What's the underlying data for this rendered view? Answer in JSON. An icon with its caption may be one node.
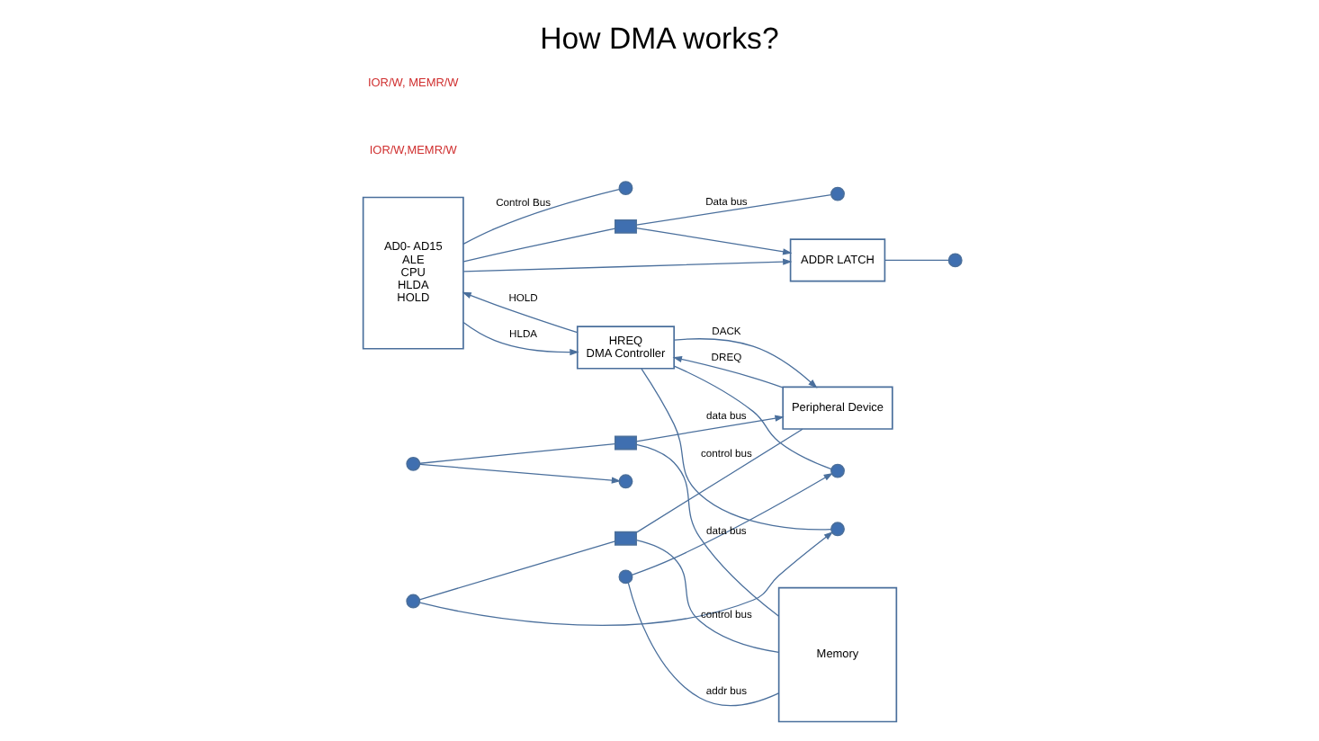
{
  "diagram": {
    "title": "How DMA works?",
    "nodes": [
      {
        "text": [
          "AD0- AD15",
          "ALE",
          "CPU",
          "HLDA",
          "HOLD"
        ]
      },
      {
        "text": [
          "ADDR LATCH"
        ]
      },
      {
        "text": [
          "Memory"
        ]
      },
      {
        "text": [
          "HREQ",
          "DMA Controller"
        ]
      },
      {
        "text": [
          "Peripheral Device"
        ]
      },
      {
        "text": [],
        "shape": "box"
      },
      {
        "text": [],
        "shape": "circle"
      },
      {
        "text": [],
        "shape": "circle"
      },
      {
        "text": [],
        "shape": "circle"
      },
      {
        "text": [],
        "shape": "circle"
      },
      {
        "text": [],
        "shape": "circle"
      },
      {
        "text": [],
        "shape": "circle"
      },
      {
        "text": [],
        "shape": "box"
      },
      {
        "text": [],
        "shape": "circle"
      },
      {
        "text": [],
        "shape": "circle"
      },
      {
        "text": [],
        "shape": "circle"
      },
      {
        "text": [],
        "shape": "box"
      }
    ],
    "edges": [
      {
        "from": 0,
        "to": 5,
        "arrow": "none"
      },
      {
        "from": 5,
        "to": 1,
        "arrow": "to"
      },
      {
        "from": 0,
        "to": 1,
        "arrow": "to"
      },
      {
        "from": 5,
        "to": 9,
        "arrow": "none",
        "label": "Data bus"
      },
      {
        "from": 1,
        "to": 6,
        "arrow": "none"
      },
      {
        "from": 8,
        "to": 7,
        "arrow": "to"
      },
      {
        "from": 8,
        "to": 2,
        "arrow": "none",
        "label": "addr bus"
      },
      {
        "from": 3,
        "to": 7,
        "arrow": "none"
      },
      {
        "from": 11,
        "to": 10,
        "arrow": "to"
      },
      {
        "from": 11,
        "to": 12,
        "arrow": "none"
      },
      {
        "from": 12,
        "to": 2,
        "arrow": "none",
        "label": "data bus"
      },
      {
        "from": 12,
        "to": 4,
        "arrow": "to",
        "label": "data bus"
      },
      {
        "from": 0,
        "to": 13,
        "arrow": "none",
        "label": "Control Bus"
      },
      {
        "from": 15,
        "to": 14,
        "arrow": "to"
      },
      {
        "from": 15,
        "to": 16,
        "arrow": "none"
      },
      {
        "from": 16,
        "to": 2,
        "arrow": "none",
        "label": "control bus"
      },
      {
        "from": 16,
        "to": 4,
        "arrow": "none",
        "label": "control bus"
      },
      {
        "from": 3,
        "to": 14,
        "arrow": "none"
      },
      {
        "from": 3,
        "to": 0,
        "arrow": "to",
        "label": "HOLD"
      },
      {
        "from": 0,
        "to": 3,
        "arrow": "to",
        "label": "HLDA"
      },
      {
        "from": 4,
        "to": 3,
        "arrow": "to",
        "label": "DREQ"
      },
      {
        "from": 3,
        "to": 4,
        "arrow": "to",
        "label": "DACK"
      }
    ],
    "labels": [
      "IOR/W,MEMR/W",
      "IOR/W, MEMR/W"
    ]
  }
}
